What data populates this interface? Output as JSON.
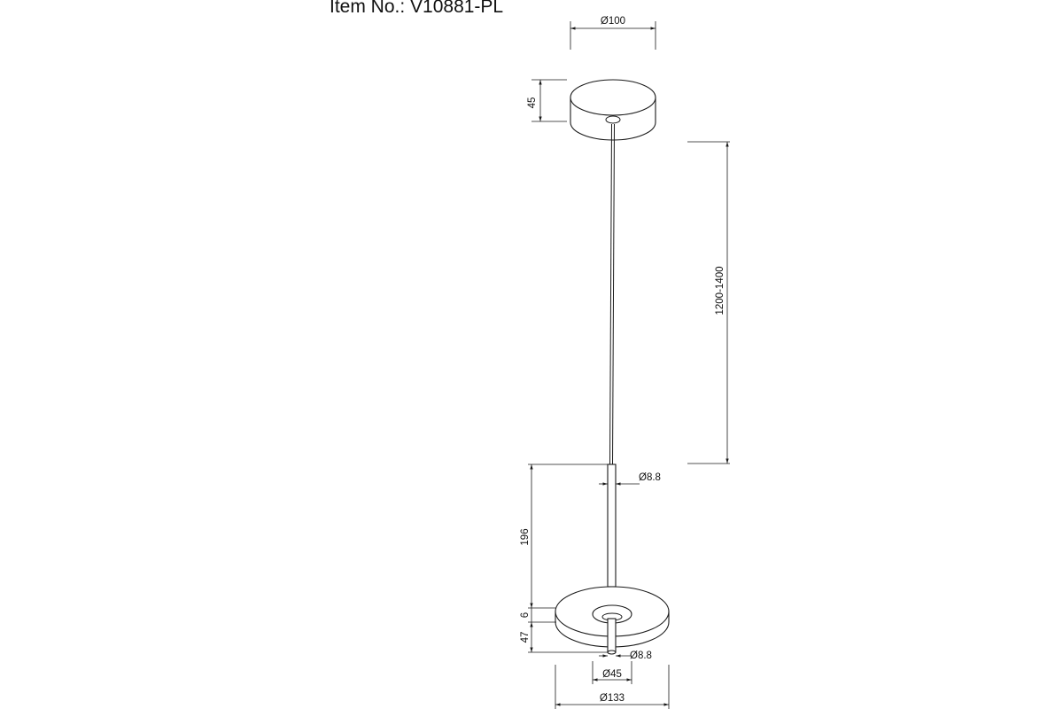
{
  "title": "Item No.: V10881-PL",
  "dimensions": {
    "canopy_diameter": "Ø100",
    "canopy_height": "45",
    "cable_length": "1200-1400",
    "tube_diameter": "Ø8.8",
    "tube_length": "196",
    "disc_thickness": "6",
    "lower_length": "47",
    "bottom_tube_diameter": "Ø8.8",
    "inner_diameter": "Ø45",
    "disc_diameter": "Ø133"
  }
}
